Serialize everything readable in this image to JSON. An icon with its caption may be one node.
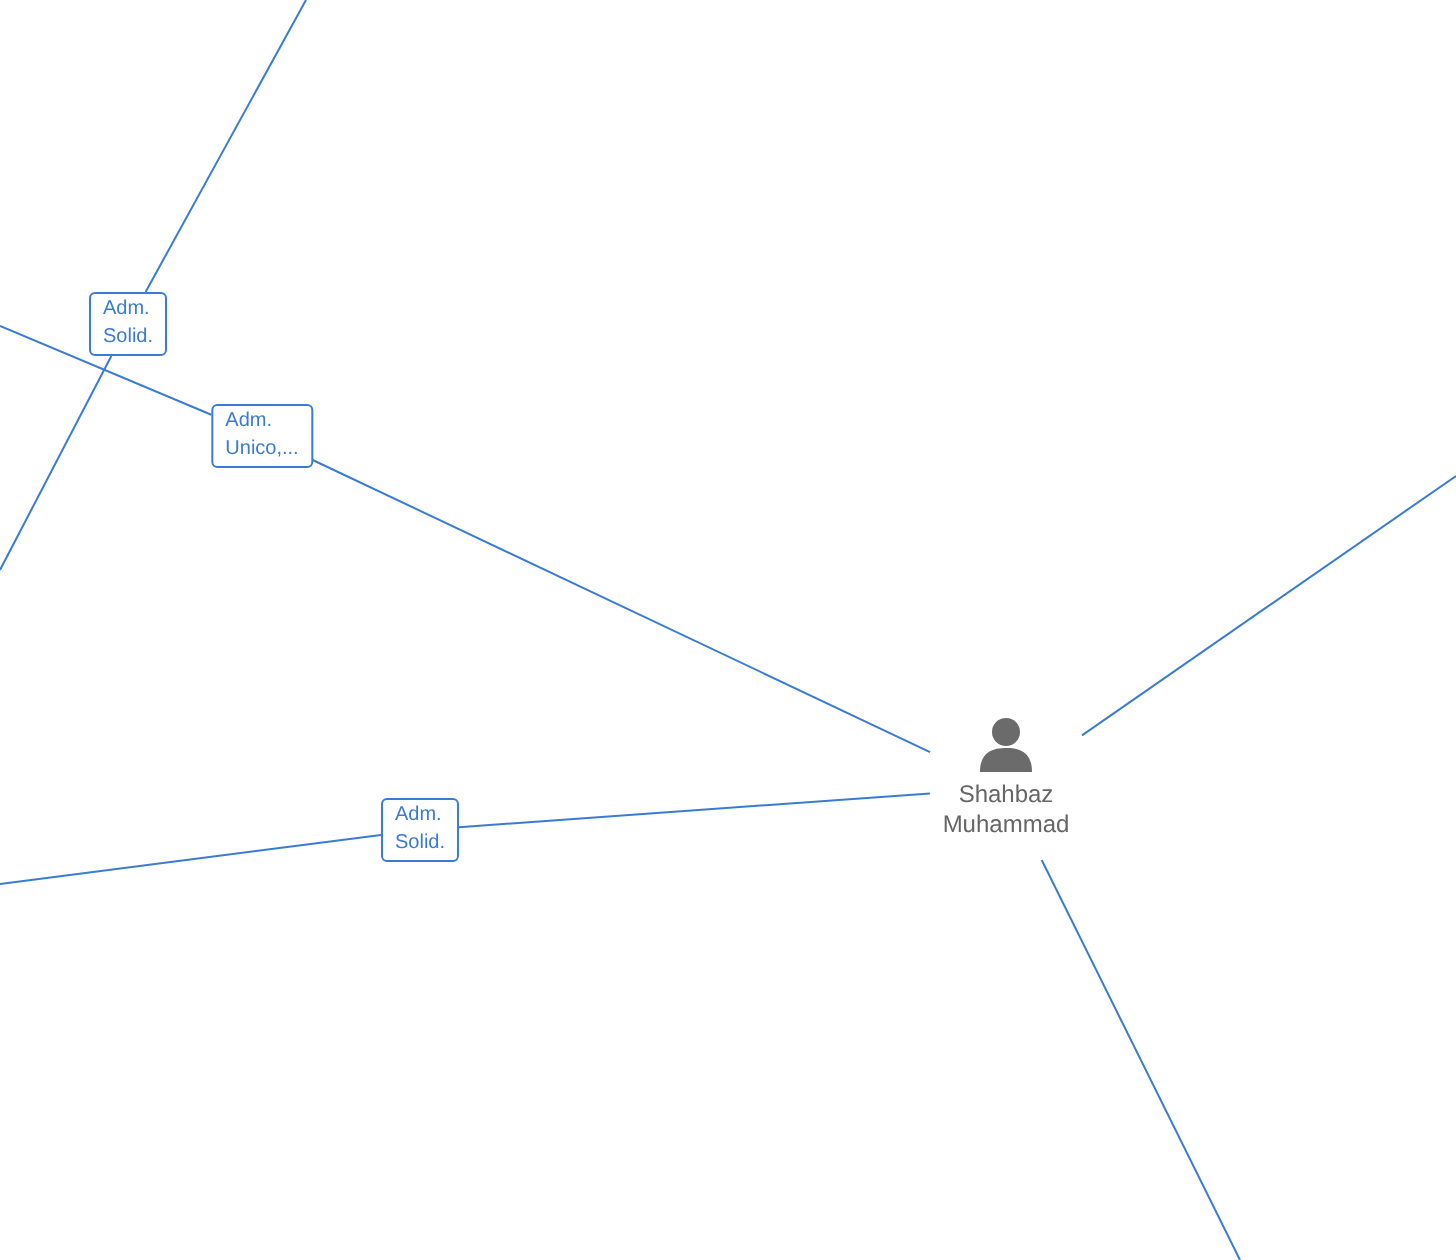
{
  "diagram": {
    "nodes": [
      {
        "text": [
          "Shahbaz Muhammad"
        ]
      },
      {
        "text": [
          "Adm. Solid."
        ]
      },
      {
        "text": [
          "Adm. Unico,..."
        ]
      },
      {
        "text": [
          "Adm. Solid."
        ]
      }
    ],
    "edges": [
      {
        "from": null,
        "to": 1,
        "arrow": "none"
      },
      {
        "from": 1,
        "to": null,
        "arrow": "none"
      },
      {
        "from": null,
        "to": 2,
        "arrow": "none"
      },
      {
        "from": 2,
        "to": 0,
        "arrow": "none"
      },
      {
        "from": null,
        "to": 3,
        "arrow": "none"
      },
      {
        "from": 3,
        "to": 0,
        "arrow": "none"
      },
      {
        "from": 0,
        "to": null,
        "arrow": "none"
      },
      {
        "from": 0,
        "to": null,
        "arrow": "none"
      }
    ]
  }
}
